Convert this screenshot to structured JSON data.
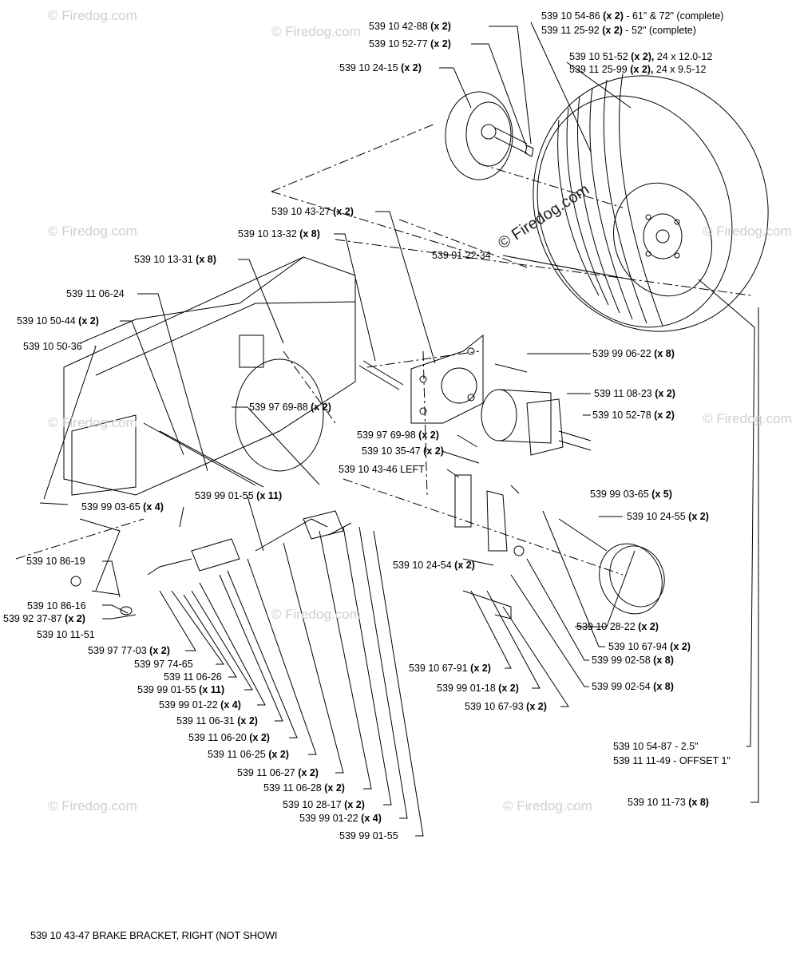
{
  "watermark": "© Firedog.com",
  "center_watermark": "© Firedog.com",
  "labels": {
    "l01": {
      "part": "539 10 42-88",
      "qty": "(x 2)"
    },
    "l02": {
      "part": "539 10 52-77",
      "qty": "(x 2)"
    },
    "l03": {
      "part": "539 10 24-15",
      "qty": "(x 2)"
    },
    "l04": {
      "part": "539 10 54-86",
      "qty": "(x 2)",
      "note": " - 61\" & 72\" (complete)"
    },
    "l05": {
      "part": "539 11 25-92",
      "qty": "(x 2)",
      "note": " - 52\" (complete)"
    },
    "l06": {
      "part": "539 10 51-52",
      "qty": "(x 2),",
      "note": " 24 x 12.0-12"
    },
    "l07": {
      "part": "539 11 25-99",
      "qty": "(x 2),",
      "note": " 24 x 9.5-12"
    },
    "l08": {
      "part": "539 10 43-27",
      "qty": "(x 2)"
    },
    "l09": {
      "part": "539 10 13-32",
      "qty": "(x 8)"
    },
    "l10": {
      "part": "539 91 22-34"
    },
    "l11": {
      "part": "539 10 13-31",
      "qty": "(x 8)"
    },
    "l12": {
      "part": "539 11 06-24"
    },
    "l13": {
      "part": "539 10 50-44",
      "qty": "(x 2)"
    },
    "l14": {
      "part": "539 10 50-36"
    },
    "l15": {
      "part": "539 99 06-22",
      "qty": "(x 8)"
    },
    "l16": {
      "part": "539 11 08-23",
      "qty": "(x 2)"
    },
    "l17": {
      "part": "539 97 69-88",
      "qty": "(x 2)"
    },
    "l18": {
      "part": "539 10 52-78",
      "qty": "(x 2)"
    },
    "l19": {
      "part": "539 97 69-98",
      "qty": "(x 2)"
    },
    "l20": {
      "part": "539 10 35-47",
      "qty": "(x 2)"
    },
    "l21": {
      "part": "539 10 43-46 LEFT"
    },
    "l22": {
      "part": "539 99 03-65",
      "qty": "(x 5)"
    },
    "l23": {
      "part": "539 99 03-65",
      "qty": "(x 4)"
    },
    "l24": {
      "part": "539 99 01-55",
      "qty": "(x 11)"
    },
    "l25": {
      "part": "539 10 24-55",
      "qty": "(x 2)"
    },
    "l26": {
      "part": "539 10 86-19"
    },
    "l27": {
      "part": "539 10 24-54",
      "qty": "(x 2)"
    },
    "l28": {
      "part": "539 10 86-16"
    },
    "l29": {
      "part": "539 92 37-87",
      "qty": "(x 2)"
    },
    "l30": {
      "part": "539 10 11-51"
    },
    "l31": {
      "part": "539 10 28-22",
      "qty": "(x 2)"
    },
    "l32": {
      "part": "539 97 77-03",
      "qty": "(x 2)"
    },
    "l33": {
      "part": "539 10 67-94",
      "qty": "(x 2)"
    },
    "l34": {
      "part": "539 97 74-65"
    },
    "l35": {
      "part": "539 99 02-58",
      "qty": "(x 8)"
    },
    "l36": {
      "part": "539 11 06-26"
    },
    "l37": {
      "part": "539 10 67-91",
      "qty": "(x 2)"
    },
    "l38": {
      "part": "539 99 01-55",
      "qty": "(x 11)"
    },
    "l39": {
      "part": "539 99 02-54",
      "qty": "(x 8)"
    },
    "l40": {
      "part": "539 99 01-18",
      "qty": "(x 2)"
    },
    "l41": {
      "part": "539 99 01-22",
      "qty": "(x 4)"
    },
    "l42": {
      "part": "539 10 67-93",
      "qty": "(x 2)"
    },
    "l43": {
      "part": "539 11 06-31",
      "qty": "(x 2)"
    },
    "l44": {
      "part": "539 11 06-20",
      "qty": "(x 2)"
    },
    "l45": {
      "part": "539 10 54-87 - 2.5\""
    },
    "l46": {
      "part": "539 11 06-25",
      "qty": "(x 2)"
    },
    "l47": {
      "part": "539 11 11-49 - OFFSET 1\""
    },
    "l48": {
      "part": "539 11 06-27",
      "qty": "(x 2)"
    },
    "l49": {
      "part": "539 11 06-28",
      "qty": "(x 2)"
    },
    "l50": {
      "part": "539 10 11-73",
      "qty": "(x 8)"
    },
    "l51": {
      "part": "539 10 28-17",
      "qty": "(x 2)"
    },
    "l52": {
      "part": "539 99 01-22",
      "qty": "(x 4)"
    },
    "l53": {
      "part": "539 99 01-55"
    }
  },
  "footer_note": "539 10 43-47 BRAKE BRACKET, RIGHT (NOT SHOWI"
}
